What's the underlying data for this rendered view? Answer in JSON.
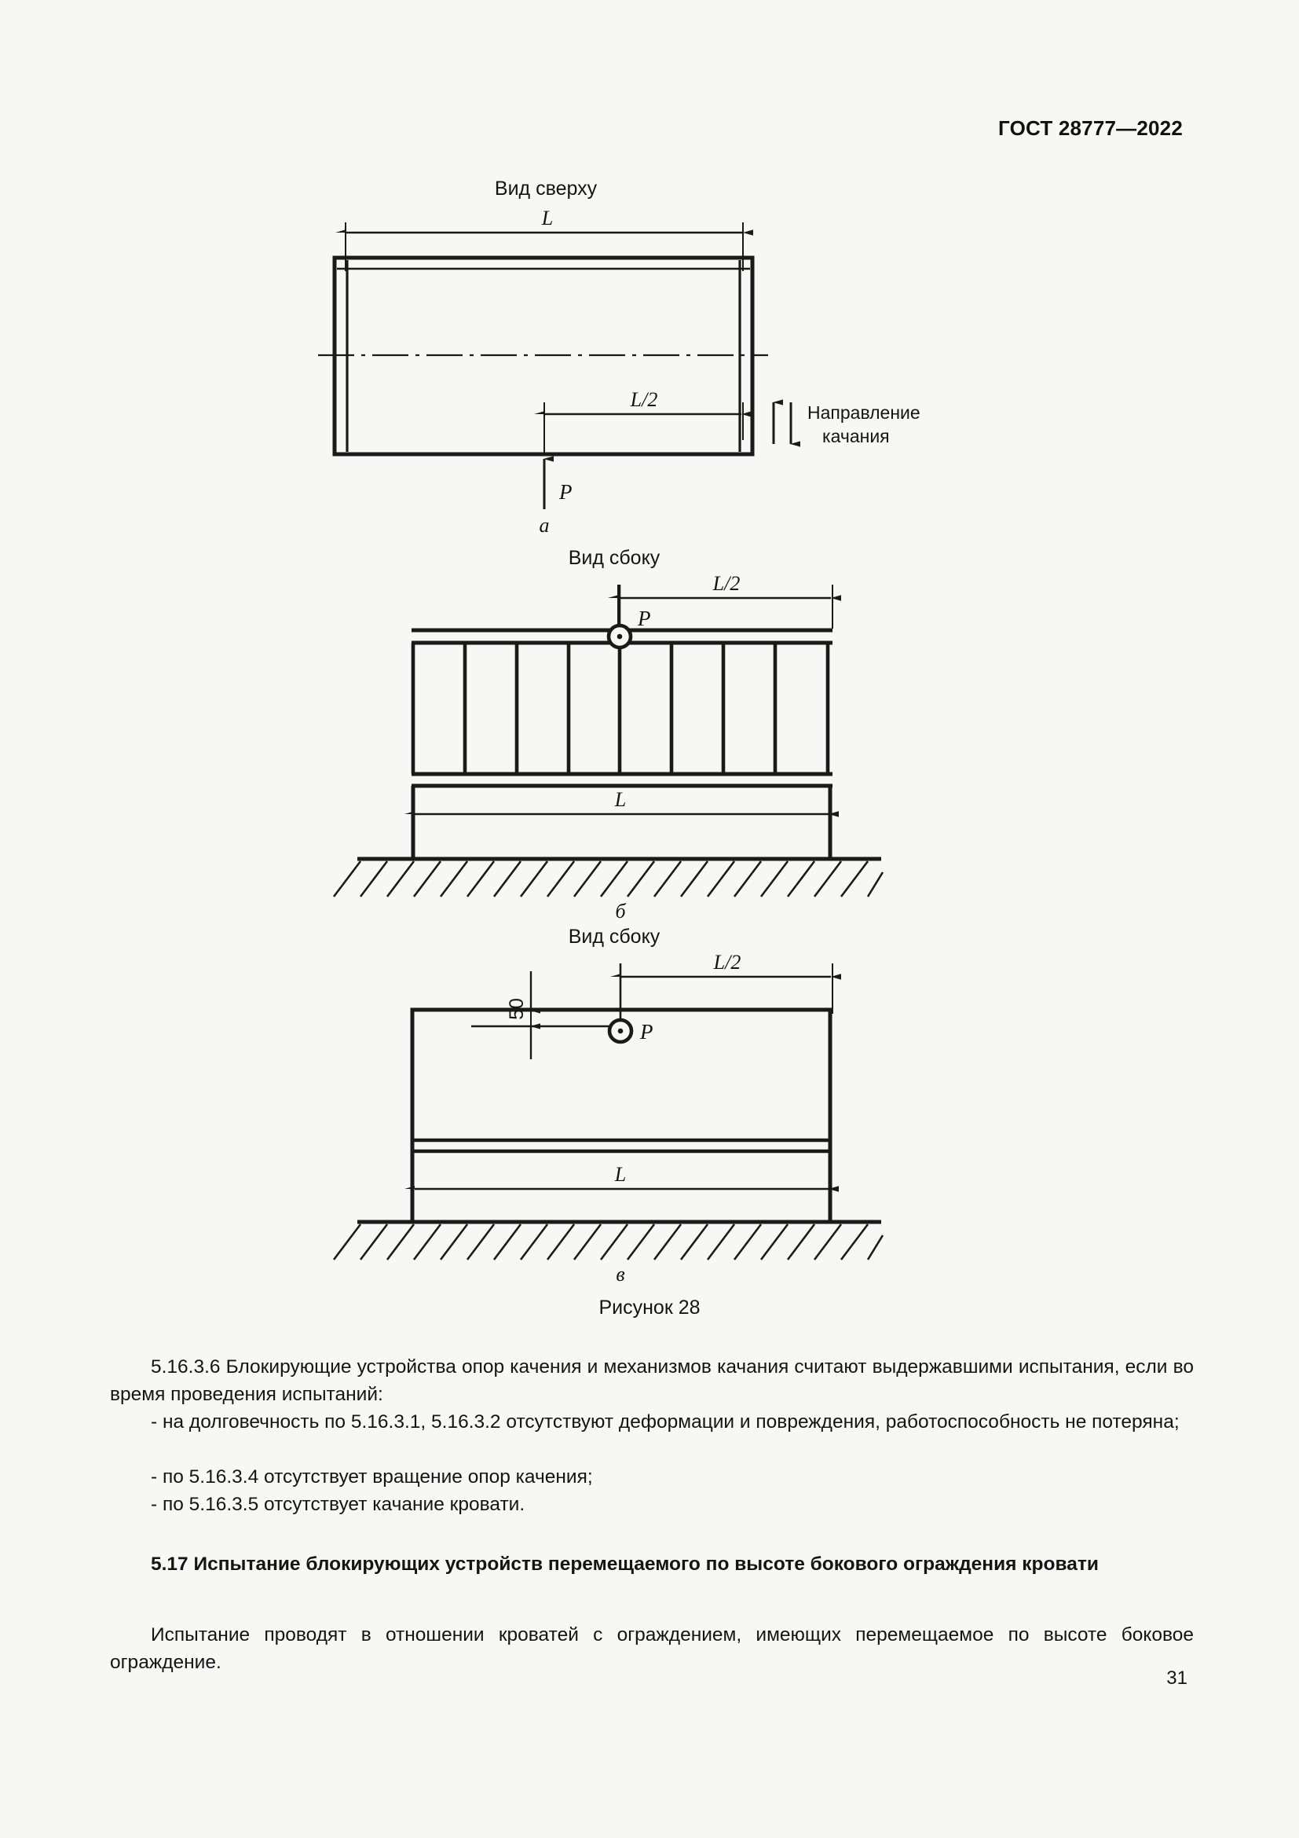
{
  "header": {
    "standard_id": "ГОСТ 28777—2022"
  },
  "figure": {
    "caption": "Рисунок 28",
    "views": [
      {
        "key": "a",
        "view_label": "Вид сверху",
        "sub_label": "а",
        "dim_full": "L",
        "dim_half": "L/2",
        "force_label": "P",
        "direction_label_line1": "Направление",
        "direction_label_line2": "качания"
      },
      {
        "key": "b",
        "view_label": "Вид сбоку",
        "sub_label": "б",
        "dim_full": "L",
        "dim_half": "L/2",
        "force_label": "P"
      },
      {
        "key": "v",
        "view_label": "Вид сбоку",
        "sub_label": "в",
        "dim_full": "L",
        "dim_half": "L/2",
        "dim_offset": "50",
        "force_label": "P"
      }
    ]
  },
  "body": {
    "clause_5_16_3_6": "5.16.3.6  Блокирующие устройства опор качения и механизмов качания считают выдержавшими испытания, если во время проведения испытаний:",
    "bullets": [
      "-  на долговечность по 5.16.3.1, 5.16.3.2 отсутствуют деформации и повреждения, работоспособность не потеряна;",
      "-  по 5.16.3.4 отсутствует вращение опор качения;",
      "-  по 5.16.3.5 отсутствует качание кровати."
    ],
    "clause_5_17_heading": "5.17  Испытание блокирующих устройств перемещаемого по высоте бокового ограждения кровати",
    "clause_5_17_text": "Испытание проводят в отношении кроватей с ограждением, имеющих перемещаемое по высоте боковое ограждение."
  },
  "footer": {
    "page_number": "31"
  }
}
